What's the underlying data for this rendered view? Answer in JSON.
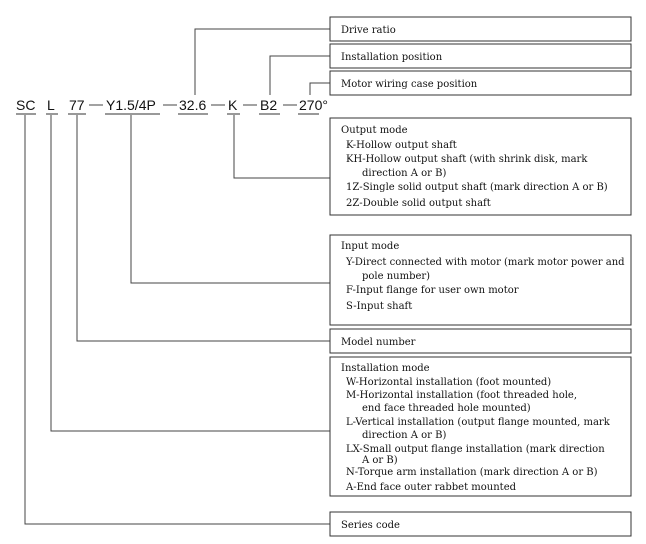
{
  "model_code": {
    "series": "SC",
    "installation": "L",
    "model": "77",
    "input": "Y1.5/4P",
    "ratio": "32.6",
    "output": "K",
    "position": "B2",
    "wiring": "270°"
  },
  "boxes": {
    "drive_ratio": {
      "title": "Drive ratio"
    },
    "installation_position": {
      "title": "Installation position"
    },
    "motor_wiring": {
      "title": "Motor wiring case position"
    },
    "output_mode": {
      "title": "Output mode",
      "lines": [
        "K-Hollow output shaft",
        "KH-Hollow output shaft (with shrink disk, mark",
        "direction A or B)",
        "1Z-Single solid output shaft (mark direction A or B)",
        "2Z-Double solid output shaft"
      ]
    },
    "input_mode": {
      "title": "Input mode",
      "lines": [
        "Y-Direct connected with motor (mark motor power and",
        "pole number)",
        "F-Input flange for user own motor",
        "S-Input shaft"
      ]
    },
    "model_number": {
      "title": "Model number"
    },
    "installation_mode": {
      "title": "Installation mode",
      "lines": [
        "W-Horizontal installation (foot mounted)",
        "M-Horizontal installation (foot threaded hole,",
        "end face threaded hole mounted)",
        "L-Vertical installation (output flange mounted, mark",
        "direction A or B)",
        "LX-Small output flange installation (mark direction",
        "A or B)",
        "N-Torque arm installation (mark direction A or B)",
        "A-End face outer rabbet mounted"
      ]
    },
    "series_code": {
      "title": "Series code"
    }
  }
}
